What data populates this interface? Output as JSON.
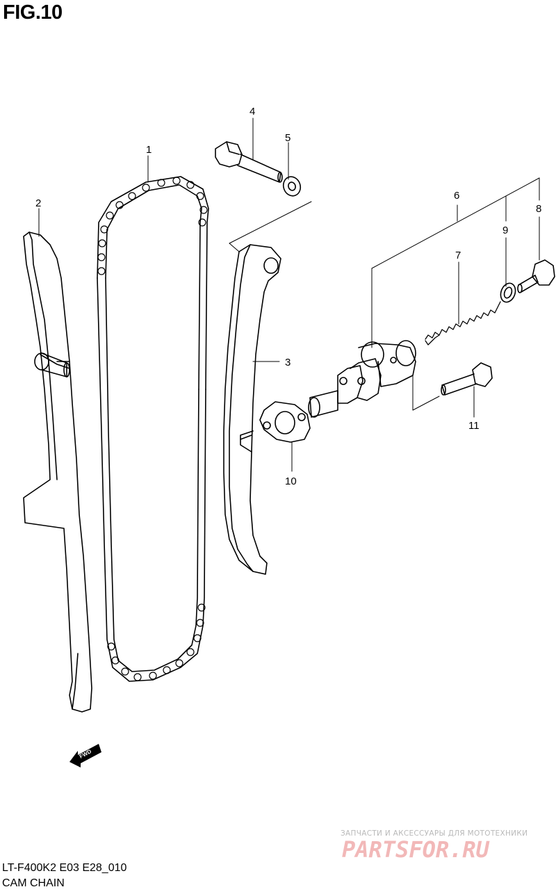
{
  "figure": {
    "title": "FIG.10"
  },
  "callouts": [
    "1",
    "2",
    "3",
    "4",
    "5",
    "6",
    "7",
    "8",
    "9",
    "10",
    "11"
  ],
  "fwd_label": "FWD",
  "footer": {
    "model_code": "LT-F400K2 E03 E28_010",
    "section_name": "CAM CHAIN"
  },
  "watermark": {
    "tagline": "ЗАПЧАСТИ И АКСЕССУАРЫ ДЛЯ МОТОТЕХНИКИ",
    "logo": "PARTSFOR.RU"
  },
  "colors": {
    "line": "#000000",
    "watermark_logo": "#f2b8b8",
    "watermark_text": "#b9b9b9"
  }
}
